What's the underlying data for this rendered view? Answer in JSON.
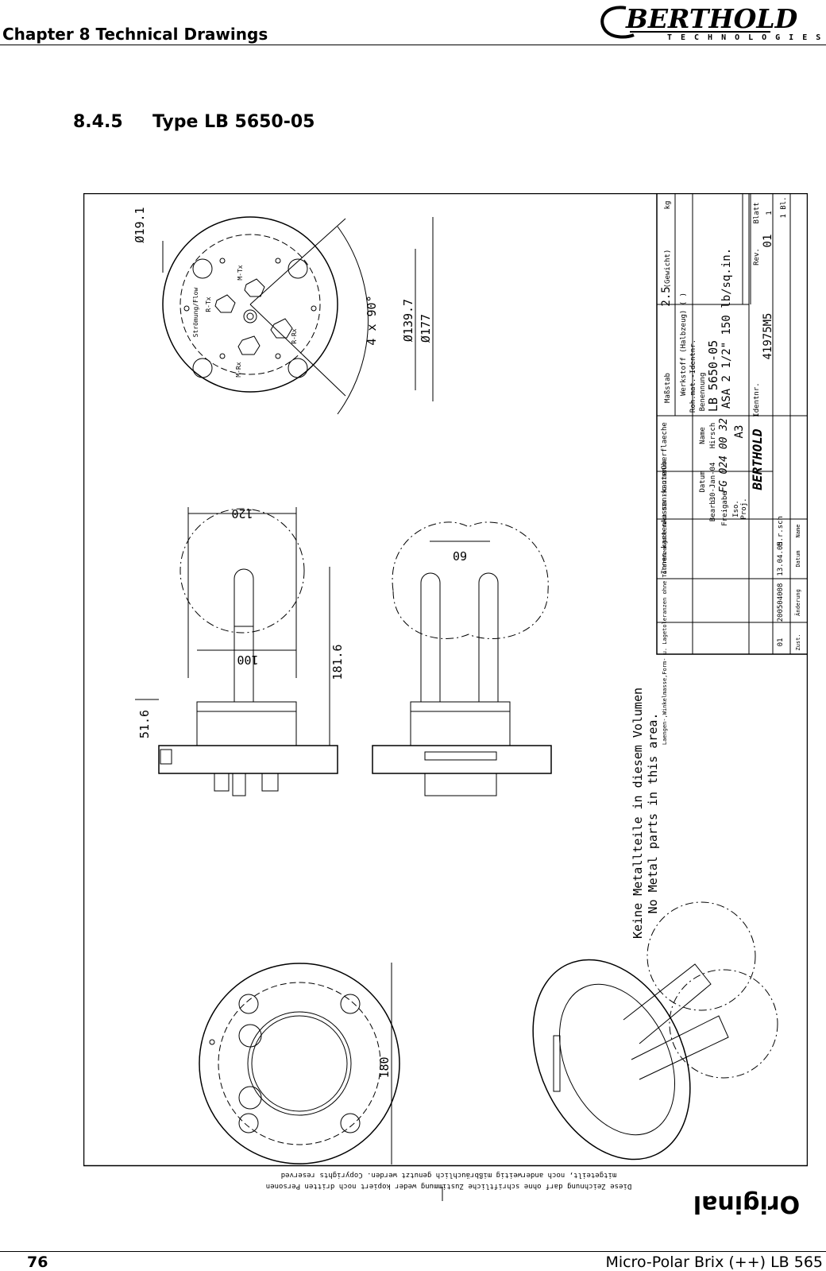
{
  "header": {
    "chapter": "Chapter 8 Technical Drawings",
    "logo_main": "BERTHOLD",
    "logo_sub": "TECHNOLOGIES"
  },
  "section": {
    "number": "8.4.5",
    "title": "Type LB 5650-05"
  },
  "drawing": {
    "dimensions": {
      "d19": "Ø19.1",
      "d139": "Ø139.7",
      "d177": "Ø177",
      "angle": "4 x 90°",
      "w120": "120",
      "w100": "100",
      "h181": "181.6",
      "h51": "51.6",
      "w60": "60",
      "w180": "180"
    },
    "port_labels": [
      "M-Tx",
      "R-Tx",
      "M-Rx",
      "R-Rx",
      "Strömung/Flow"
    ],
    "note_de": "Keine Metallteile in diesem Volumen",
    "note_en": "No Metal parts in this area.",
    "title_block": {
      "tolerance_note": "Laengen-,Winkelmasse,Form- u. Lagetoleranzen ohne Toleranzangabe nach DIN ISO 2768-mK",
      "innen": "Innen-kanten",
      "aussen": "Aussen-kanten",
      "oberflaeche": "Oberflaeche",
      "massstab_label": "Maßstab",
      "massstab": "2.5",
      "gewicht": "(Gewicht)",
      "kg": "kg",
      "werkstoff": "Werkstoff (Halbzeug)   ( )",
      "rohmat": "Roh.mat.-Identnr.",
      "benennung_label": "Benennung",
      "benennung": "LB 5650-05",
      "asa": "ASA 2 1/2\" 150 lb/sq.in.",
      "identnr_label": "Identnr.",
      "identnr": "41975M5",
      "rev_label": "Rev.",
      "rev": "01",
      "blatt_label": "Blatt",
      "blatt": "1",
      "bl": "1 Bl.",
      "datum": "Datum",
      "name": "Name",
      "bearb": "Bearb.",
      "bearb_date": "30-Jan-04",
      "bearb_name": "Hirsch",
      "freigabe": "Freigabe",
      "freigabe_val": "FG 024 00 32",
      "iso": "Iso.",
      "proj": "Proj.",
      "format": "A3",
      "rev_row": "01",
      "rev_num": "200504008",
      "rev_date": "13.04.05",
      "rev_name": "H.r.sch",
      "zustand": "Zust.",
      "aenderung": "Änderung",
      "datum2": "Datum",
      "name2": "Name",
      "logo": "BERTHOLD"
    },
    "copyright_1": "Diese Zeichnung darf ohne schriftliche Zustimmung weder kopiert noch dritten Personen",
    "copyright_2": "mitgeteilt, noch anderweitig mißbräuchlich genutzt werden. Copyrights reserved",
    "stamp": "Original"
  },
  "footer": {
    "page": "76",
    "product": "Micro-Polar Brix (++) LB 565"
  }
}
